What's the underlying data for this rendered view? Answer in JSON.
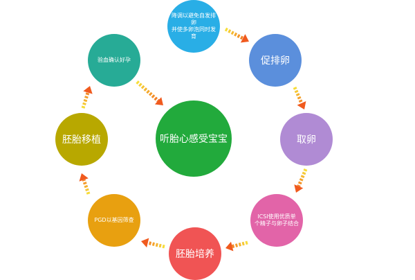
{
  "center": {
    "label": "听胎心感受宝宝",
    "color": "#22aa3c"
  },
  "steps": [
    {
      "lines": [
        "降调以避免自发排卵",
        "并使多卵泡同时发育"
      ],
      "color": "#29aee6"
    },
    {
      "lines": [
        "促排卵"
      ],
      "color": "#5b8fdc"
    },
    {
      "lines": [
        "取卵"
      ],
      "color": "#b08bd4"
    },
    {
      "lines": [
        "ICSI使用优质单",
        "个精子与卵子结合"
      ],
      "color": "#e264a8"
    },
    {
      "lines": [
        "胚胎培养"
      ],
      "color": "#f05454"
    },
    {
      "lines": [
        "PGD以基因筛查"
      ],
      "color": "#e8a010"
    },
    {
      "lines": [
        "胚胎移植"
      ],
      "color": "#b8a800"
    },
    {
      "lines": [
        "验血确认好孕"
      ],
      "color": "#27ab96"
    }
  ],
  "arrow_colors": {
    "start": "#f7e23a",
    "end": "#f05a1e"
  }
}
